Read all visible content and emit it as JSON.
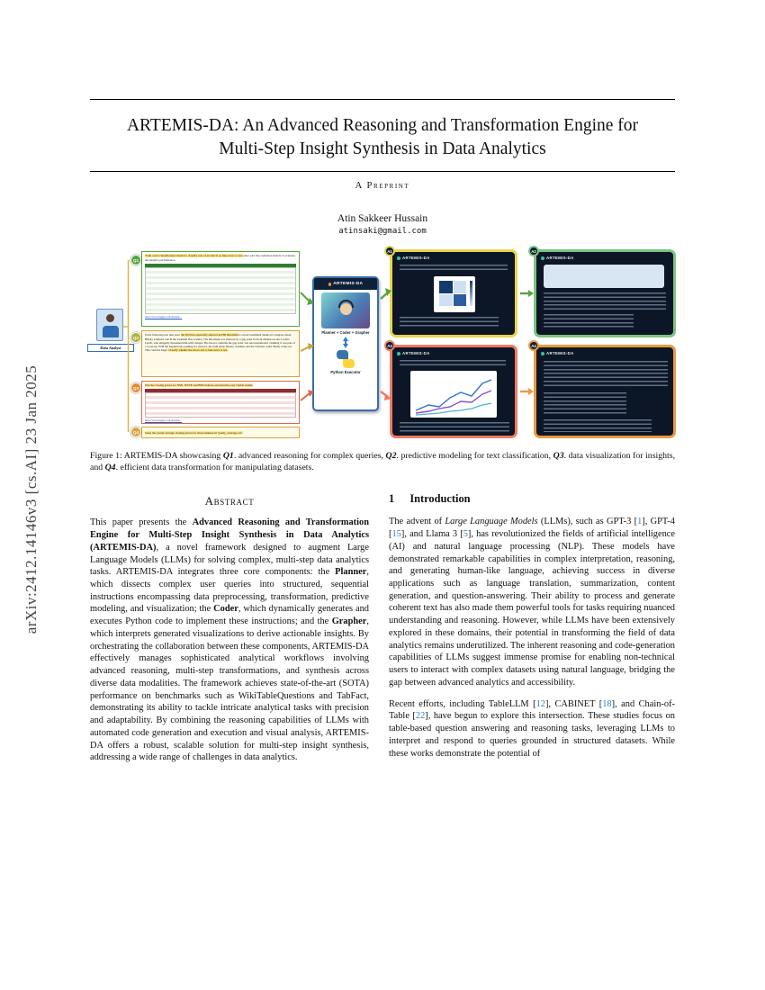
{
  "stamp": {
    "text": "arXiv:2412.14146v3  [cs.AI]  23 Jan 2025"
  },
  "header": {
    "title": "ARTEMIS-DA: An Advanced Reasoning and Transformation Engine for Multi-Step Insight Synthesis in Data Analytics",
    "preprint_label": "A Preprint",
    "author": "Atin Sakkeer Hussain",
    "email": "atinsaki@gmail.com"
  },
  "figure": {
    "analyst_label": "Data Analyst",
    "q_badges": [
      "Q1",
      "Q2",
      "Q3",
      "Q4"
    ],
    "q1": {
      "segments": [
        {
          "t": "Train a text classification model to classify text of an article as fake news or not. ",
          "h": 1
        },
        {
          "t": "Also plot the confusion matrix to evaluate the model's performance."
        }
      ],
      "link": "https://www.kaggle.com/datasets/..."
    },
    "q2": {
      "segments": [
        {
          "t": "In the following text take note: "
        },
        {
          "t": "the DOJ has reportedly allowed an FBI informant",
          "h": 1
        },
        {
          "t": " to reveal bombshell details in Congress about Hillary Clinton's role in the Uranium One scandal. The informant was silenced by a gag order from an Obama-era AG Loretta Lynch, who allegedly threatened him with charges. His lawyer confirms the gag order was unconstitutional, claiming it was part of a cover-up. With the Republicans pushing for answers, the truth about Russia, uranium, and the Clintons could finally come out. This could be huge! "
        },
        {
          "t": "Classify whether the above text is fake news or not.",
          "h": 1
        }
      ]
    },
    "q3": {
      "segments": [
        {
          "t": "Plot the closing prices for NSE, NYSE and BSE indexes and describe any visible trends.",
          "h": 1
        }
      ],
      "link": "https://www.kaggle.com/datasets/..."
    },
    "q4": {
      "segments": [
        {
          "t": "Store the yearly average closing prices for those indexes in 'yearly_average.csv'.",
          "h": 1
        }
      ]
    },
    "artemis": {
      "title": "ARTEMIS-DA",
      "components": "Planner + Coder + Grapher",
      "executor": "Python Executor"
    },
    "panels": [
      {
        "badge": "A1",
        "title": "ARTEMIS-DA"
      },
      {
        "badge": "A2",
        "title": "ARTEMIS-DA"
      },
      {
        "badge": "A3",
        "title": "ARTEMIS-DA"
      },
      {
        "badge": "A4",
        "title": "ARTEMIS-DA"
      }
    ]
  },
  "figure_caption": {
    "segments": [
      {
        "t": "Figure 1: ARTEMIS-DA showcasing "
      },
      {
        "t": "Q1",
        "b": 1,
        "i": 1
      },
      {
        "t": ". advanced reasoning for complex queries, "
      },
      {
        "t": "Q2",
        "b": 1,
        "i": 1
      },
      {
        "t": ". predictive modeling for text classification, "
      },
      {
        "t": "Q3",
        "b": 1,
        "i": 1
      },
      {
        "t": ". data visualization for insights, and "
      },
      {
        "t": "Q4",
        "b": 1,
        "i": 1
      },
      {
        "t": ". efficient data transformation for manipulating datasets."
      }
    ]
  },
  "abstract": {
    "heading": "Abstract",
    "segments": [
      {
        "t": "This paper presents the "
      },
      {
        "t": "Advanced Reasoning and Transformation Engine for Multi-Step Insight Synthesis in Data Analytics (ARTEMIS-DA)",
        "b": 1
      },
      {
        "t": ", a novel framework designed to augment Large Language Models (LLMs) for solving complex, multi-step data analytics tasks. ARTEMIS-DA integrates three core components: the "
      },
      {
        "t": "Planner",
        "b": 1
      },
      {
        "t": ", which dissects complex user queries into structured, sequential instructions encompassing data preprocessing, transformation, predictive modeling, and visualization; the "
      },
      {
        "t": "Coder",
        "b": 1
      },
      {
        "t": ", which dynamically generates and executes Python code to implement these instructions; and the "
      },
      {
        "t": "Grapher",
        "b": 1
      },
      {
        "t": ", which interprets generated visualizations to derive actionable insights. By orchestrating the collaboration between these components, ARTEMIS-DA effectively manages sophisticated analytical workflows involving advanced reasoning, multi-step transformations, and synthesis across diverse data modalities. The framework achieves state-of-the-art (SOTA) performance on benchmarks such as WikiTableQuestions and TabFact, demonstrating its ability to tackle intricate analytical tasks with precision and adaptability. By combining the reasoning capabilities of LLMs with automated code generation and execution and visual analysis, ARTEMIS-DA offers a robust, scalable solution for multi-step insight synthesis, addressing a wide range of challenges in data analytics."
      }
    ]
  },
  "introduction": {
    "number": "1",
    "title": "Introduction",
    "p1": [
      {
        "t": "The advent of "
      },
      {
        "t": "Large Language Models",
        "i": 1
      },
      {
        "t": " (LLMs), such as GPT-3 ["
      },
      {
        "t": "1",
        "c": "#2e7ebb"
      },
      {
        "t": "], GPT-4 ["
      },
      {
        "t": "15",
        "c": "#2e7ebb"
      },
      {
        "t": "], and Llama 3 ["
      },
      {
        "t": "5",
        "c": "#2e7ebb"
      },
      {
        "t": "], has revolutionized the fields of artificial intelligence (AI) and natural language processing (NLP). These models have demonstrated remarkable capabilities in complex interpretation, reasoning, and generating human-like language, achieving success in diverse applications such as language translation, summarization, content generation, and question-answering. Their ability to process and generate coherent text has also made them powerful tools for tasks requiring nuanced understanding and reasoning. However, while LLMs have been extensively explored in these domains, their potential in transforming the field of data analytics remains underutilized. The inherent reasoning and code-generation capabilities of LLMs suggest immense promise for enabling non-technical users to interact with complex datasets using natural language, bridging the gap between advanced analytics and accessibility."
      }
    ],
    "p2": [
      {
        "t": "Recent efforts, including TableLLM ["
      },
      {
        "t": "12",
        "c": "#2e7ebb"
      },
      {
        "t": "], CABINET ["
      },
      {
        "t": "18",
        "c": "#2e7ebb"
      },
      {
        "t": "], and Chain-of-Table ["
      },
      {
        "t": "22",
        "c": "#2e7ebb"
      },
      {
        "t": "], have begun to explore this intersection. These studies focus on table-based question answering and reasoning tasks, leveraging LLMs to interpret and respond to queries grounded in structured datasets. While these works demonstrate the potential of"
      }
    ]
  },
  "colors": {
    "citation": "#2e7ebb",
    "q1_accent": "#58a33e",
    "q2_accent": "#cfa23a",
    "q3_accent": "#d96a4a",
    "q4_accent": "#d9a53b",
    "panel_a1": "#e8d44d",
    "panel_a2": "#7cc47f",
    "panel_a3": "#ef7a66",
    "panel_a4": "#eb9a3d"
  }
}
